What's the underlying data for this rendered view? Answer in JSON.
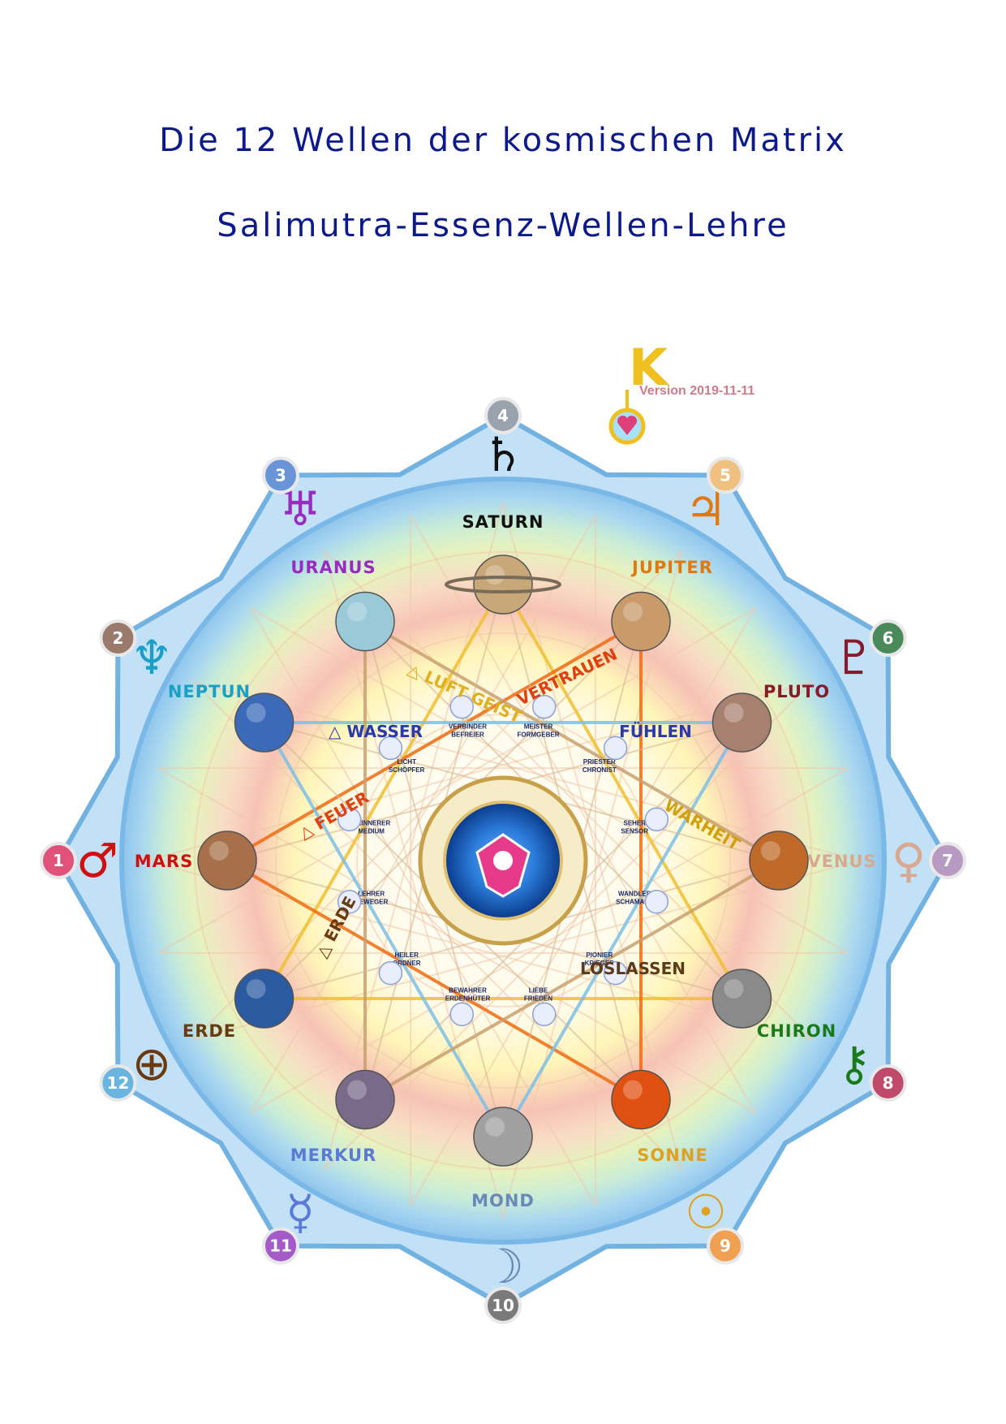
{
  "header": {
    "title": "Die 12 Wellen der kosmischen Matrix",
    "subtitle": "Salimutra-Essenz-Wellen-Lehre"
  },
  "version": "Version 2019-11-11",
  "waves": [
    {
      "number": "1",
      "color": "#e0527a"
    },
    {
      "number": "2",
      "color": "#9a7a6a"
    },
    {
      "number": "3",
      "color": "#6a94d8"
    },
    {
      "number": "4",
      "color": "#9aa3ad"
    },
    {
      "number": "5",
      "color": "#f0c080"
    },
    {
      "number": "6",
      "color": "#4a8a5a"
    },
    {
      "number": "7",
      "color": "#b79ac2"
    },
    {
      "number": "8",
      "color": "#c04a6a"
    },
    {
      "number": "9",
      "color": "#f0a050"
    },
    {
      "number": "10",
      "color": "#7a7a7a"
    },
    {
      "number": "11",
      "color": "#a45ac8"
    },
    {
      "number": "12",
      "color": "#6ab4e0"
    }
  ],
  "planets": [
    {
      "name": "SATURN",
      "symbol": "♄",
      "color": "#111111",
      "fill": "#c8a878"
    },
    {
      "name": "JUPITER",
      "symbol": "♃",
      "color": "#e07a10",
      "fill": "#c99a6a"
    },
    {
      "name": "PLUTO",
      "symbol": "♇",
      "color": "#8a1a2a",
      "fill": "#a88070"
    },
    {
      "name": "VENUS",
      "symbol": "♀",
      "color": "#d8a890",
      "fill": "#c06a2a"
    },
    {
      "name": "CHIRON",
      "symbol": "⚷",
      "color": "#1a7a1a",
      "fill": "#8a8a8a"
    },
    {
      "name": "SONNE",
      "symbol": "☉",
      "color": "#e0a020",
      "fill": "#e05010"
    },
    {
      "name": "MOND",
      "symbol": "☽",
      "color": "#6a88b8",
      "fill": "#a0a0a0"
    },
    {
      "name": "MERKUR",
      "symbol": "☿",
      "color": "#5a7ad8",
      "fill": "#7a6a8a"
    },
    {
      "name": "ERDE",
      "symbol": "⊕",
      "color": "#6a3a10",
      "fill": "#2a5aa0"
    },
    {
      "name": "MARS",
      "symbol": "♂",
      "color": "#d01010",
      "fill": "#a8704a"
    },
    {
      "name": "NEPTUN",
      "symbol": "♆",
      "color": "#1aa0c8",
      "fill": "#3a6ab8"
    },
    {
      "name": "URANUS",
      "symbol": "♅",
      "color": "#9a2ac0",
      "fill": "#9acad8"
    }
  ],
  "elements": {
    "luft": "△ LUFT GEIST",
    "wasser": "△ WASSER",
    "feuer": "△ FEUER",
    "erde": "△ ERDE"
  },
  "qualities": {
    "vertrauen": "VERTRAUEN",
    "fuehlen": "FÜHLEN",
    "warheit": "WARHEIT",
    "loslassen": "LOSLASSEN"
  },
  "archetypes": [
    [
      "VERBINDER",
      "BEFREIER"
    ],
    [
      "MEISTER",
      "FORMGEBER"
    ],
    [
      "PRIESTER",
      "CHRONIST"
    ],
    [
      "SEHER",
      "SENSOR"
    ],
    [
      "WANDLER",
      "SCHAMANE"
    ],
    [
      "PIONIER",
      "KRIEGER"
    ],
    [
      "LIEBE",
      "FRIEDEN"
    ],
    [
      "BEWAHRER",
      "ERDENHÜTER"
    ],
    [
      "HEILER",
      "ORDNER"
    ],
    [
      "LEHRER",
      "BEWEGER"
    ],
    [
      "ERINNERER",
      "MEDIUM"
    ],
    [
      "LICHT",
      "SCHÖPFER"
    ]
  ],
  "chiron_top_symbol": "K"
}
